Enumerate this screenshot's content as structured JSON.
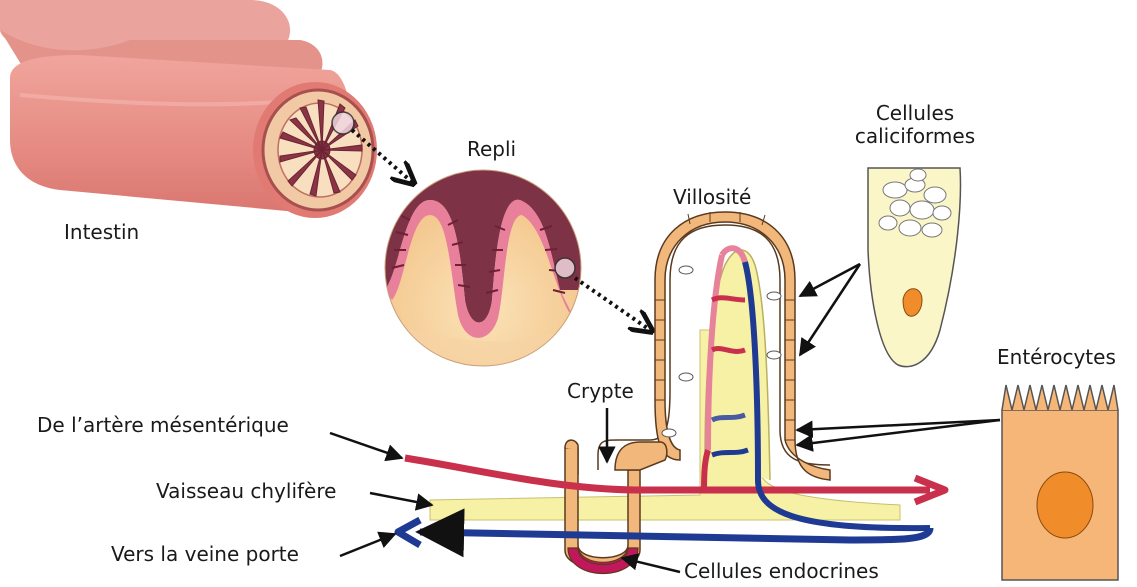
{
  "labels": {
    "intestin": "Intestin",
    "repli": "Repli",
    "villosite": "Villosité",
    "cellules_caliciformes_line1": "Cellules",
    "cellules_caliciformes_line2": "caliciformes",
    "enterocytes": "Entérocytes",
    "crypte": "Crypte",
    "artere": "De l’artère mésentérique",
    "vaisseau": "Vaisseau chylifère",
    "veine": "Vers la veine porte",
    "endocrines": "Cellules endocrines"
  },
  "colors": {
    "intestine_outer": "#e8928a",
    "intestine_inner": "#f3c9a8",
    "mucosa_dark": "#7a2f3c",
    "fold_pink": "#e6839a",
    "artery_red": "#c8304c",
    "vein_blue": "#1f3a93",
    "lymph_yellow": "#f7f1a6",
    "cell_tan": "#f2b77a",
    "cell_border": "#5a3a1e",
    "endocrine_magenta": "#c2185b",
    "goblet_fill": "#fbf6c8",
    "goblet_nucleus": "#f08c2a",
    "enterocyte_fill": "#f5b678",
    "enterocyte_nucleus": "#f08c2a"
  }
}
